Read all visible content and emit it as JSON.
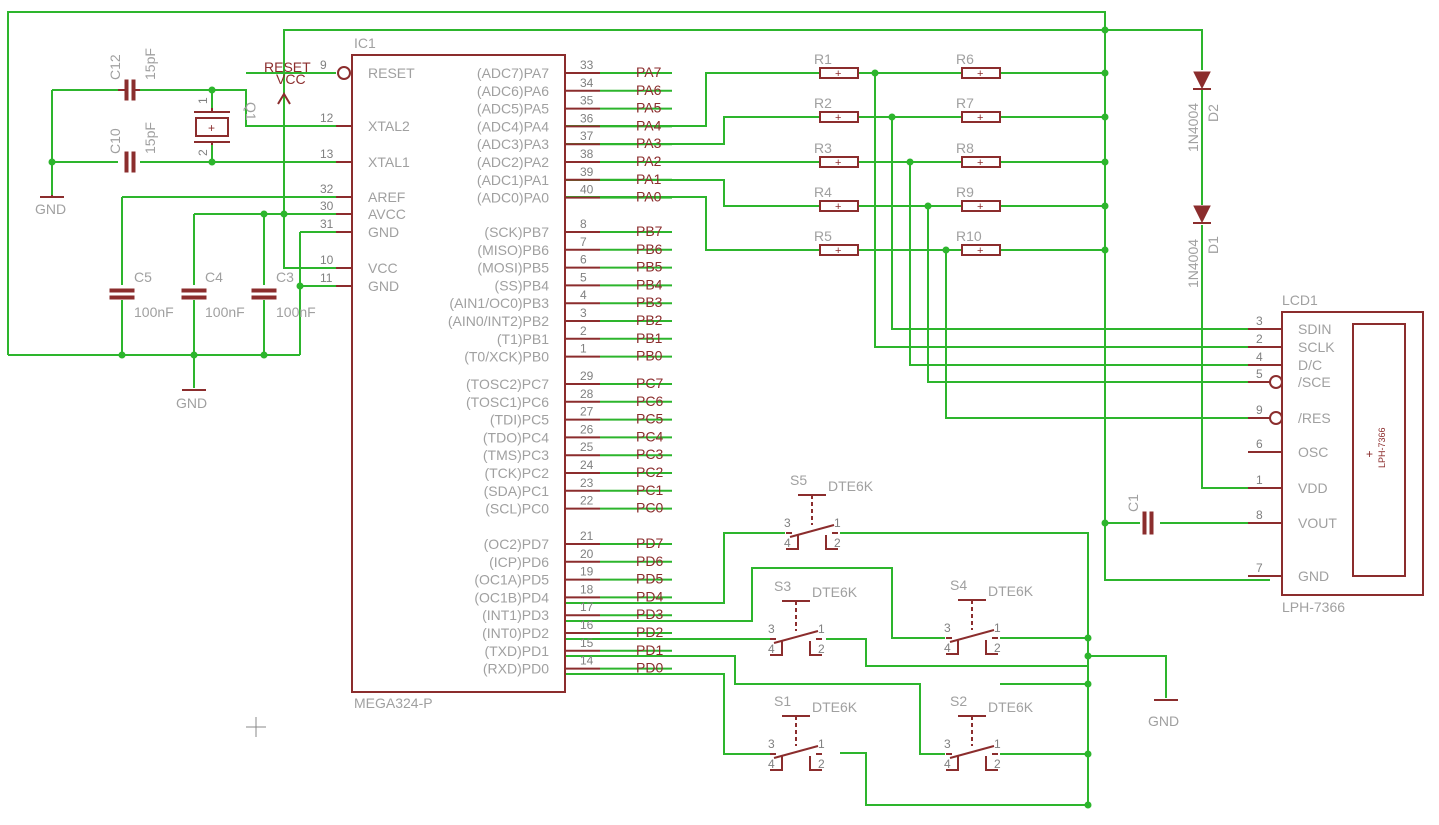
{
  "colors": {
    "wire": "#2db52d",
    "symbol": "#8b2d2d",
    "text": "#a0a0a0"
  },
  "ic1": {
    "name": "IC1",
    "value": "MEGA324-P",
    "left_pins": [
      {
        "label": "RESET",
        "num": "9"
      },
      {
        "label": "XTAL2",
        "num": "12"
      },
      {
        "label": "XTAL1",
        "num": "13"
      },
      {
        "label": "AREF",
        "num": "32"
      },
      {
        "label": "AVCC",
        "num": "30"
      },
      {
        "label": "GND",
        "num": "31"
      },
      {
        "label": "VCC",
        "num": "10"
      },
      {
        "label": "GND",
        "num": "11"
      }
    ],
    "right_pins": [
      {
        "label": "(ADC7)PA7",
        "num": "33",
        "net": "PA7"
      },
      {
        "label": "(ADC6)PA6",
        "num": "34",
        "net": "PA6"
      },
      {
        "label": "(ADC5)PA5",
        "num": "35",
        "net": "PA5"
      },
      {
        "label": "(ADC4)PA4",
        "num": "36",
        "net": "PA4"
      },
      {
        "label": "(ADC3)PA3",
        "num": "37",
        "net": "PA3"
      },
      {
        "label": "(ADC2)PA2",
        "num": "38",
        "net": "PA2"
      },
      {
        "label": "(ADC1)PA1",
        "num": "39",
        "net": "PA1"
      },
      {
        "label": "(ADC0)PA0",
        "num": "40",
        "net": "PA0"
      },
      {
        "label": "(SCK)PB7",
        "num": "8",
        "net": "PB7"
      },
      {
        "label": "(MISO)PB6",
        "num": "7",
        "net": "PB6"
      },
      {
        "label": "(MOSI)PB5",
        "num": "6",
        "net": "PB5"
      },
      {
        "label": "(SS)PB4",
        "num": "5",
        "net": "PB4"
      },
      {
        "label": "(AIN1/OC0)PB3",
        "num": "4",
        "net": "PB3"
      },
      {
        "label": "(AIN0/INT2)PB2",
        "num": "3",
        "net": "PB2"
      },
      {
        "label": "(T1)PB1",
        "num": "2",
        "net": "PB1"
      },
      {
        "label": "(T0/XCK)PB0",
        "num": "1",
        "net": "PB0"
      },
      {
        "label": "(TOSC2)PC7",
        "num": "29",
        "net": "PC7"
      },
      {
        "label": "(TOSC1)PC6",
        "num": "28",
        "net": "PC6"
      },
      {
        "label": "(TDI)PC5",
        "num": "27",
        "net": "PC5"
      },
      {
        "label": "(TDO)PC4",
        "num": "26",
        "net": "PC4"
      },
      {
        "label": "(TMS)PC3",
        "num": "25",
        "net": "PC3"
      },
      {
        "label": "(TCK)PC2",
        "num": "24",
        "net": "PC2"
      },
      {
        "label": "(SDA)PC1",
        "num": "23",
        "net": "PC1"
      },
      {
        "label": "(SCL)PC0",
        "num": "22",
        "net": "PC0"
      },
      {
        "label": "(OC2)PD7",
        "num": "21",
        "net": "PD7"
      },
      {
        "label": "(ICP)PD6",
        "num": "20",
        "net": "PD6"
      },
      {
        "label": "(OC1A)PD5",
        "num": "19",
        "net": "PD5"
      },
      {
        "label": "(OC1B)PD4",
        "num": "18",
        "net": "PD4"
      },
      {
        "label": "(INT1)PD3",
        "num": "17",
        "net": "PD3"
      },
      {
        "label": "(INT0)PD2",
        "num": "16",
        "net": "PD2"
      },
      {
        "label": "(TXD)PD1",
        "num": "15",
        "net": "PD1"
      },
      {
        "label": "(RXD)PD0",
        "num": "14",
        "net": "PD0"
      }
    ]
  },
  "supply": {
    "reset_label": "RESET",
    "vcc_label": "VCC",
    "gnd_label": "GND"
  },
  "caps": {
    "c12": {
      "name": "C12",
      "value": "15pF"
    },
    "c10": {
      "name": "C10",
      "value": "15pF"
    },
    "c5": {
      "name": "C5",
      "value": "100nF"
    },
    "c4": {
      "name": "C4",
      "value": "100nF"
    },
    "c3": {
      "name": "C3",
      "value": "100nF"
    },
    "c1": {
      "name": "C1"
    }
  },
  "crystal": {
    "name": "Q1",
    "pin1": "1",
    "pin2": "2"
  },
  "resistors": [
    "R1",
    "R2",
    "R3",
    "R4",
    "R5",
    "R6",
    "R7",
    "R8",
    "R9",
    "R10"
  ],
  "diodes": [
    {
      "name": "D2",
      "value": "1N4004"
    },
    {
      "name": "D1",
      "value": "1N4004"
    }
  ],
  "lcd": {
    "name": "LCD1",
    "value": "LPH-7366",
    "inner": "LPH-7366",
    "pins": [
      {
        "label": "SDIN",
        "num": "3"
      },
      {
        "label": "SCLK",
        "num": "2"
      },
      {
        "label": "D/C",
        "num": "4"
      },
      {
        "label": "/SCE",
        "num": "5"
      },
      {
        "label": "/RES",
        "num": "9"
      },
      {
        "label": "OSC",
        "num": "6"
      },
      {
        "label": "VDD",
        "num": "1"
      },
      {
        "label": "VOUT",
        "num": "8"
      },
      {
        "label": "GND",
        "num": "7"
      }
    ]
  },
  "switches": [
    {
      "name": "S5",
      "value": "DTE6K"
    },
    {
      "name": "S3",
      "value": "DTE6K"
    },
    {
      "name": "S4",
      "value": "DTE6K"
    },
    {
      "name": "S1",
      "value": "DTE6K"
    },
    {
      "name": "S2",
      "value": "DTE6K"
    }
  ],
  "switch_pins": {
    "p1": "1",
    "p2": "2",
    "p3": "3",
    "p4": "4"
  }
}
